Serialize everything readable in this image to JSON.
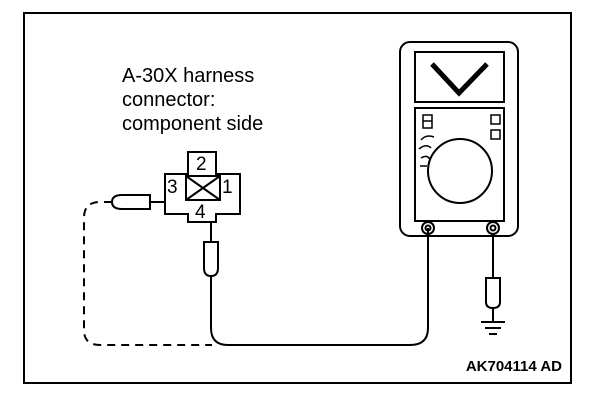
{
  "connector": {
    "caption_lines": [
      "A-30X harness",
      "connector:",
      "component side"
    ],
    "pins": [
      "1",
      "2",
      "3",
      "4"
    ]
  },
  "figure_code": "AK704114 AD",
  "colors": {
    "line": "#000000",
    "background": "#ffffff"
  },
  "icons": [
    "multimeter-icon",
    "ground-symbol-icon",
    "test-probe-icon"
  ]
}
